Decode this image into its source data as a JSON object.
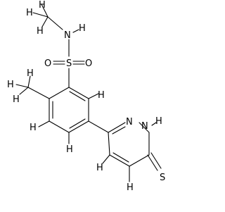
{
  "structure": {
    "atoms": {
      "n_amide": "N",
      "h_amide": "H",
      "s": "S",
      "o_left": "O",
      "o_right": "O",
      "h_methyl_top_a": "H",
      "h_methyl_top_b": "H",
      "h_methyl_top_c": "H",
      "h_methyl_side_a": "H",
      "h_methyl_side_b": "H",
      "h_methyl_side_c": "H",
      "h_ring_1": "H",
      "h_ring_2": "H",
      "h_ring_3": "H",
      "n_ring_1": "N",
      "n_ring_2": "N",
      "h_ring_n": "H",
      "h_ring_4": "H",
      "h_ring_5": "H",
      "s_thione": "S"
    }
  }
}
